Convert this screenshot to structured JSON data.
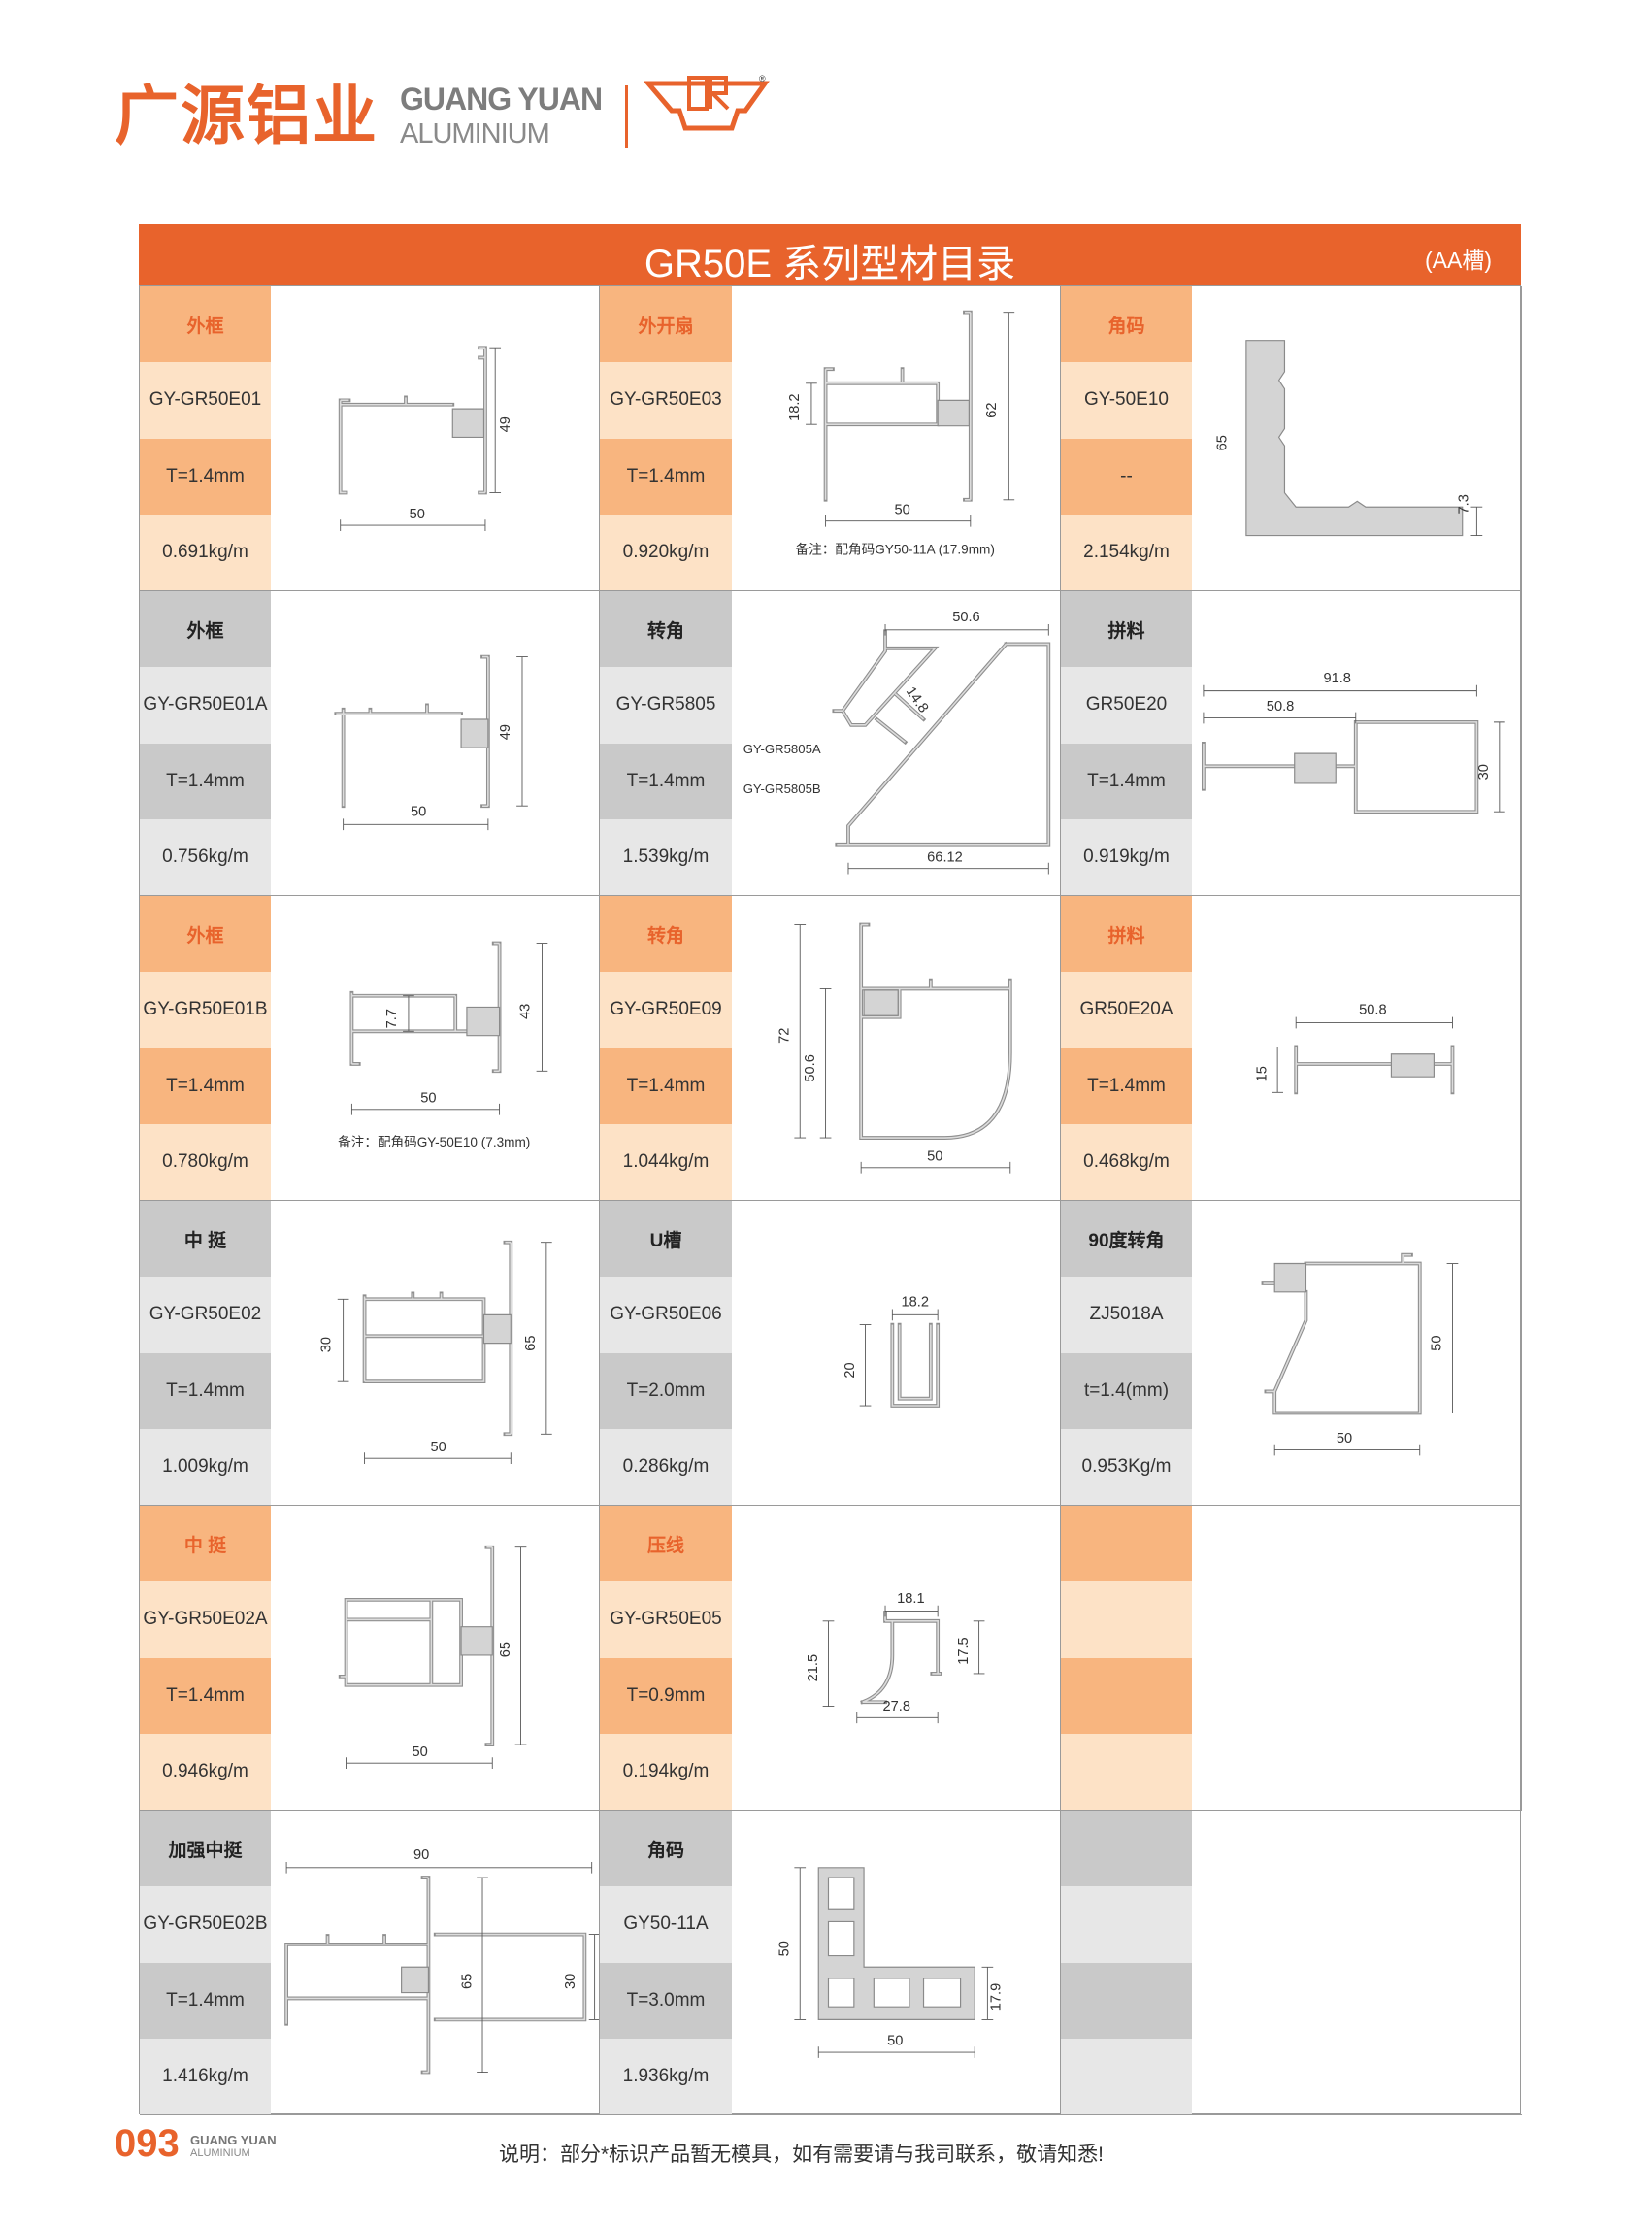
{
  "brand": {
    "name_cn": "广源铝业",
    "name_en1": "GUANG YUAN",
    "name_en2": "ALUMINIUM",
    "mark": "CR"
  },
  "header": {
    "title": "GR50E 系列型材目录",
    "subtitle": "(AA槽)"
  },
  "colors": {
    "accent": "#e8632c",
    "orange_dark": "#f8b57f",
    "orange_light": "#fde2c6",
    "gray_dark": "#c9c9c9",
    "gray_light": "#e7e7e7"
  },
  "grid": [
    [
      {
        "category": "外框",
        "code": "GY-GR50E01",
        "thickness": "T=1.4mm",
        "weight": "0.691kg/m",
        "dims": [
          "49",
          "50"
        ]
      },
      {
        "category": "外开扇",
        "code": "GY-GR50E03",
        "thickness": "T=1.4mm",
        "weight": "0.920kg/m",
        "dims": [
          "18.2",
          "62",
          "50"
        ],
        "note": "备注：配角码GY50-11A (17.9mm)"
      },
      {
        "category": "角码",
        "code": "GY-50E10",
        "thickness": "--",
        "weight": "2.154kg/m",
        "dims": [
          "65",
          "7.3"
        ]
      }
    ],
    [
      {
        "category": "外框",
        "code": "GY-GR50E01A",
        "thickness": "T=1.4mm",
        "weight": "0.756kg/m",
        "dims": [
          "49",
          "50"
        ]
      },
      {
        "category": "转角",
        "code": "GY-GR5805",
        "thickness": "T=1.4mm",
        "weight": "1.539kg/m",
        "dims": [
          "50.6",
          "14.8",
          "66.12"
        ],
        "labels": [
          "GY-GR5805A",
          "GY-GR5805B"
        ]
      },
      {
        "category": "拼料",
        "code": "GR50E20",
        "thickness": "T=1.4mm",
        "weight": "0.919kg/m",
        "dims": [
          "91.8",
          "50.8",
          "30"
        ]
      }
    ],
    [
      {
        "category": "外框",
        "code": "GY-GR50E01B",
        "thickness": "T=1.4mm",
        "weight": "0.780kg/m",
        "dims": [
          "7.7",
          "43",
          "50"
        ],
        "note": "备注：配角码GY-50E10 (7.3mm)"
      },
      {
        "category": "转角",
        "code": "GY-GR50E09",
        "thickness": "T=1.4mm",
        "weight": "1.044kg/m",
        "dims": [
          "72",
          "50.6",
          "50"
        ]
      },
      {
        "category": "拼料",
        "code": "GR50E20A",
        "thickness": "T=1.4mm",
        "weight": "0.468kg/m",
        "dims": [
          "50.8",
          "15"
        ]
      }
    ],
    [
      {
        "category": "中 挺",
        "code": "GY-GR50E02",
        "thickness": "T=1.4mm",
        "weight": "1.009kg/m",
        "dims": [
          "30",
          "65",
          "50"
        ]
      },
      {
        "category": "U槽",
        "code": "GY-GR50E06",
        "thickness": "T=2.0mm",
        "weight": "0.286kg/m",
        "dims": [
          "18.2",
          "20"
        ]
      },
      {
        "category": "90度转角",
        "code": "ZJ5018A",
        "thickness": "t=1.4(mm)",
        "weight": "0.953Kg/m",
        "dims": [
          "50",
          "50"
        ]
      }
    ],
    [
      {
        "category": "中 挺",
        "code": "GY-GR50E02A",
        "thickness": "T=1.4mm",
        "weight": "0.946kg/m",
        "dims": [
          "65",
          "50"
        ]
      },
      {
        "category": "压线",
        "code": "GY-GR50E05",
        "thickness": "T=0.9mm",
        "weight": "0.194kg/m",
        "dims": [
          "18.1",
          "21.5",
          "17.5",
          "27.8"
        ]
      },
      {}
    ],
    [
      {
        "category": "加强中挺",
        "code": "GY-GR50E02B",
        "thickness": "T=1.4mm",
        "weight": "1.416kg/m",
        "dims": [
          "90",
          "65",
          "30"
        ]
      },
      {
        "category": "角码",
        "code": "GY50-11A",
        "thickness": "T=3.0mm",
        "weight": "1.936kg/m",
        "dims": [
          "50",
          "50",
          "17.9"
        ]
      },
      {}
    ]
  ],
  "footer": {
    "page": "093",
    "brand1": "GUANG YUAN",
    "brand2": "ALUMINIUM",
    "note": "说明：部分*标识产品暂无模具，如有需要请与我司联系，敬请知悉!"
  }
}
